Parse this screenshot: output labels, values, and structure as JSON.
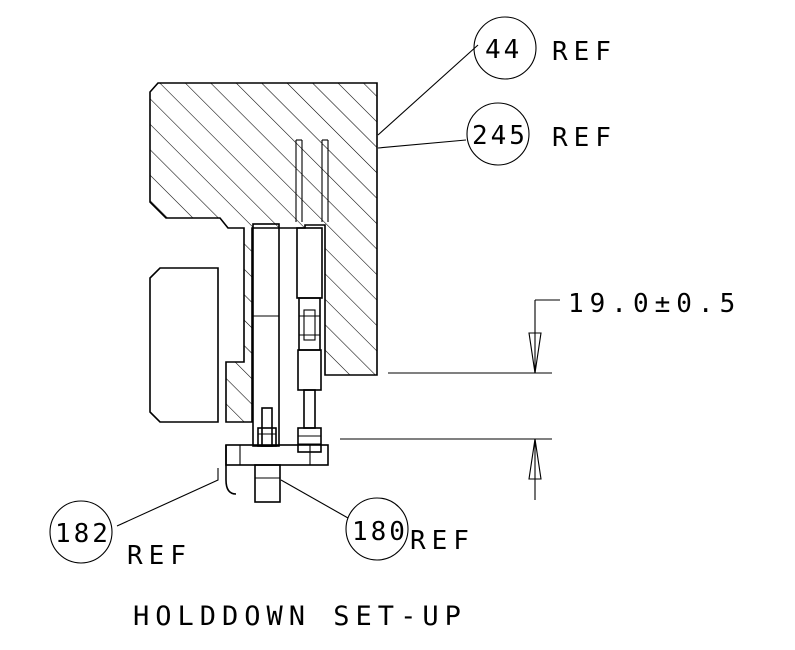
{
  "title": "HOLDDOWN SET-UP",
  "dimension": {
    "value": "19.0±0.5"
  },
  "balloons": [
    {
      "id": "44",
      "suffix": "REF"
    },
    {
      "id": "245",
      "suffix": "REF"
    },
    {
      "id": "182",
      "suffix": "REF"
    },
    {
      "id": "180",
      "suffix": "REF"
    }
  ],
  "colors": {
    "line": "#000000",
    "background": "#ffffff"
  }
}
